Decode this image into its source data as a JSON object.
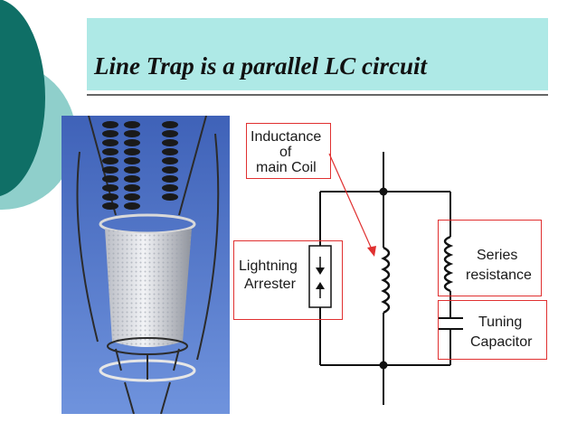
{
  "slide": {
    "title": "Line Trap is a  parallel LC circuit"
  },
  "labels": {
    "inductance_line1": "Inductance",
    "inductance_line2": "of",
    "inductance_line3": "main Coil",
    "arrester_line1": "Lightning",
    "arrester_line2": "Arrester",
    "resistance_line1": "Series",
    "resistance_line2": "resistance",
    "capacitor_line1": "Tuning",
    "capacitor_line2": "Capacitor"
  },
  "colors": {
    "title_band": "#aee9e6",
    "deco_dark": "#0f6f66",
    "deco_light": "#8fcfcb",
    "annotation_red": "#e03030",
    "wire": "#111111"
  }
}
